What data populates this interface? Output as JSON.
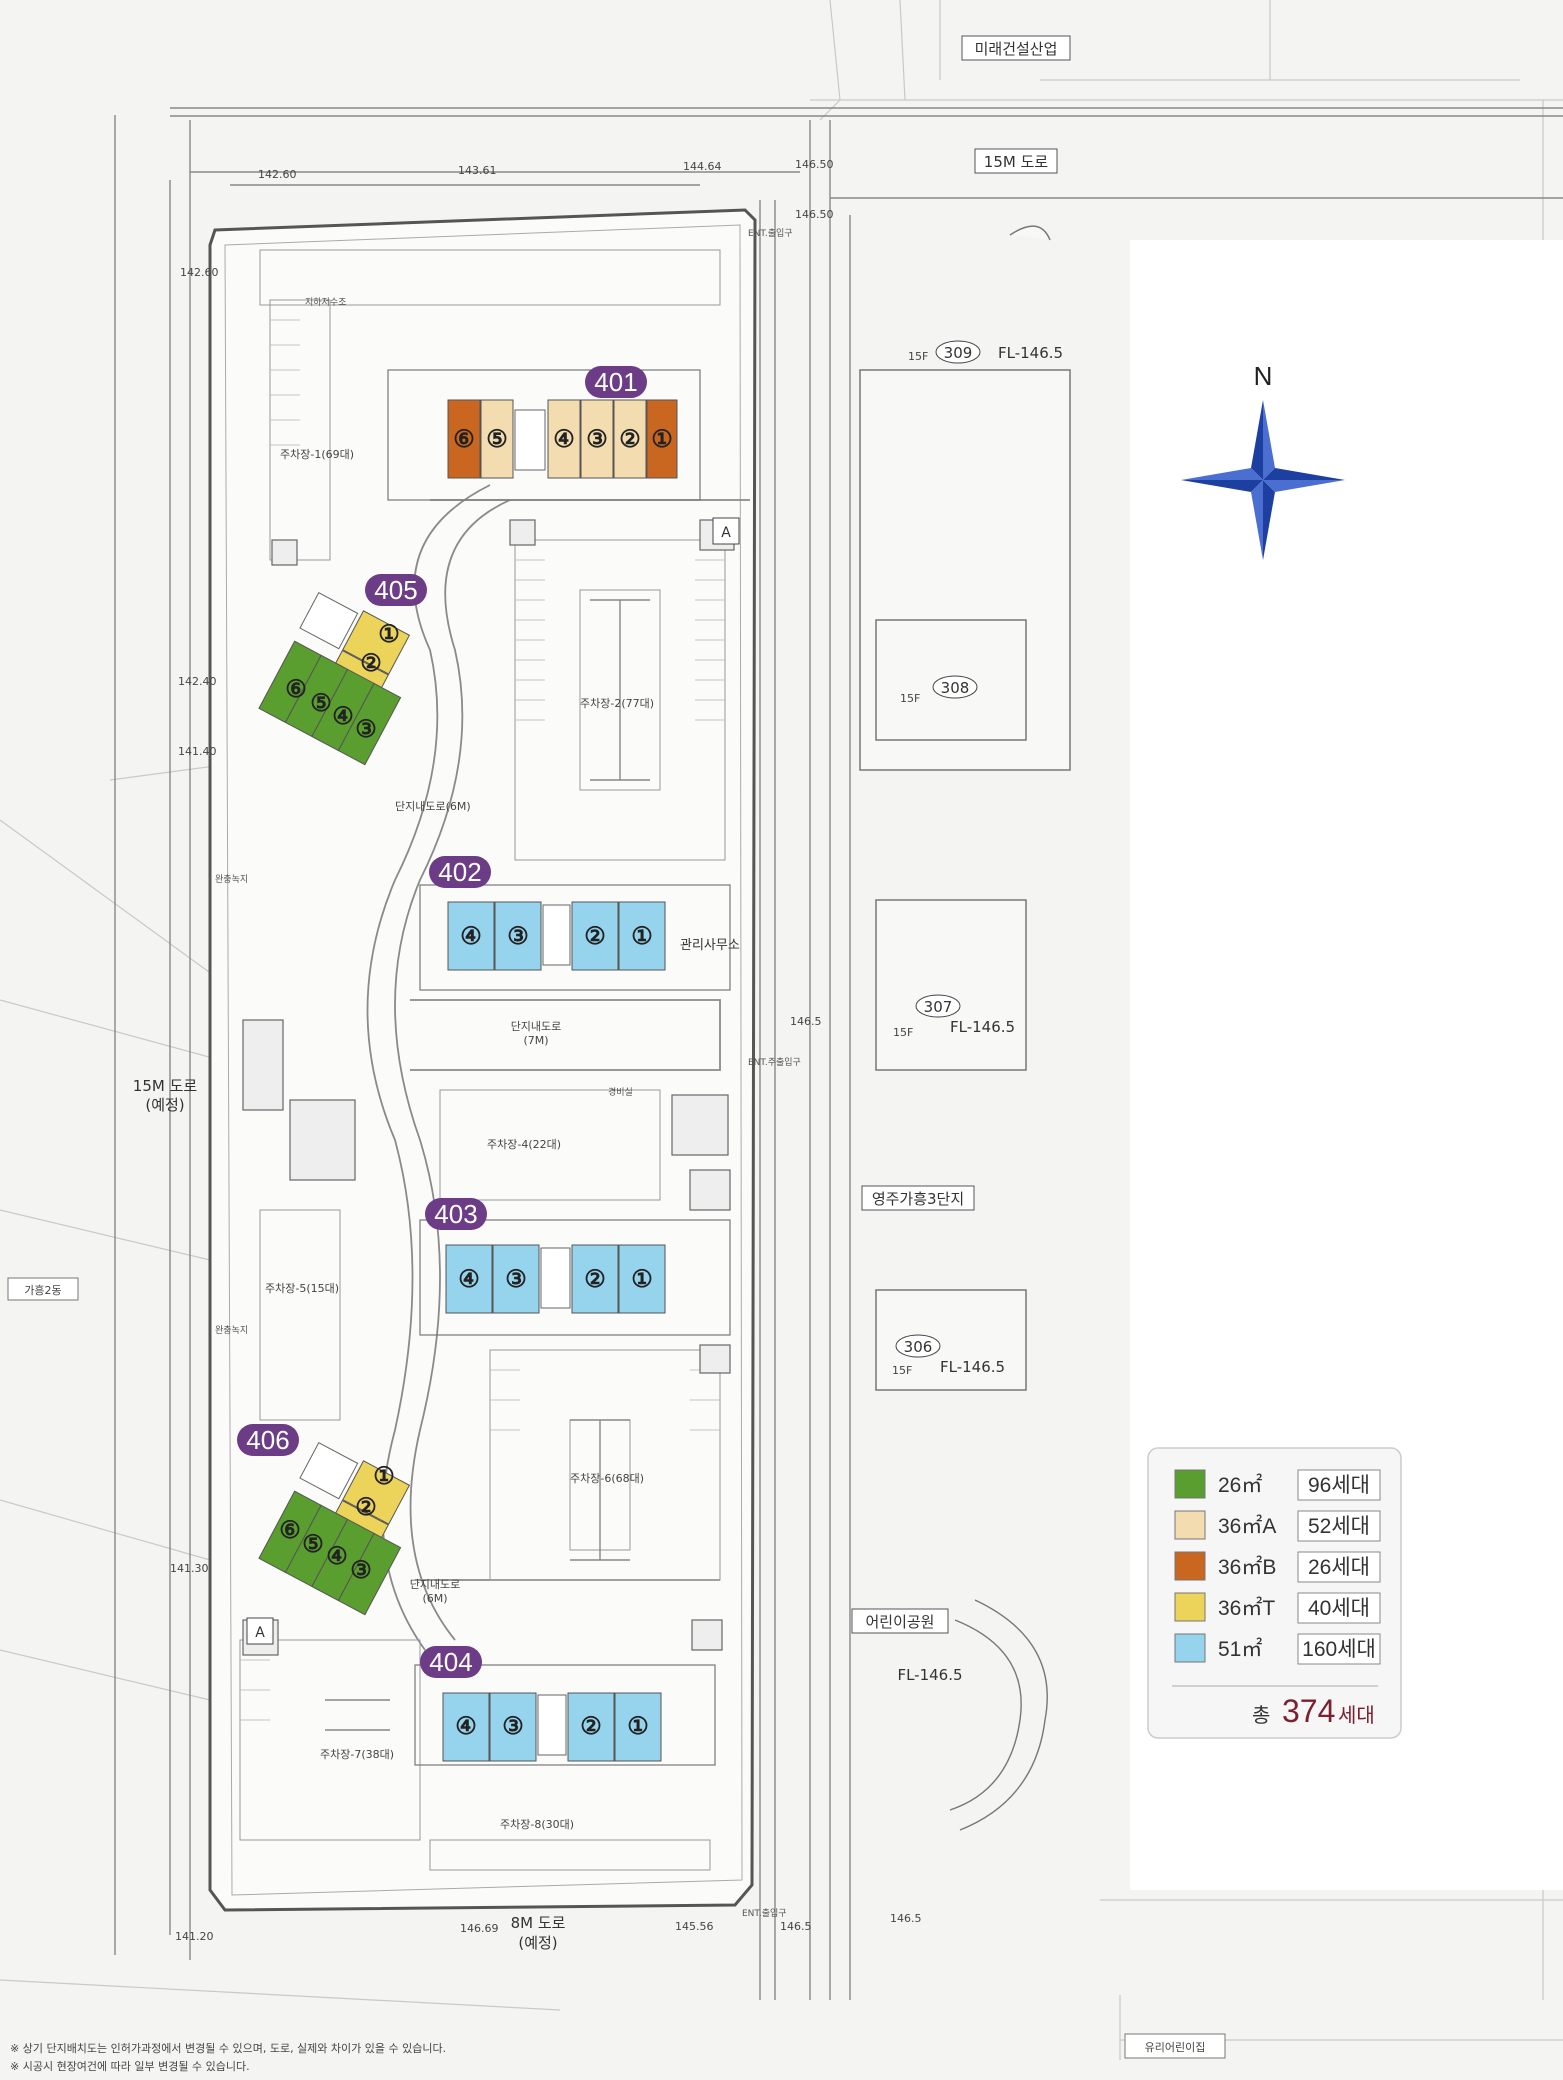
{
  "labels": {
    "top_company": "미래건설산업",
    "road_15m_top": "15M 도로",
    "road_15m_left": "15M 도로",
    "road_15m_left_sub": "(예정)",
    "road_8m": "8M 도로",
    "road_8m_sub": "(예정)",
    "neighbor_complex": "영주가흥3단지",
    "left_area": "가흥2동",
    "playground": "어린이공원",
    "playground_fl": "FL-146.5",
    "bottom_right": "유리어린이집",
    "compass_n": "N",
    "ent_top": "ENT.출입구",
    "ent_mid": "ENT.주출입구",
    "ent_bottom": "ENT.출입구",
    "water_tank": "지하저수조",
    "mgmt_office": "관리사무소",
    "buffer_1": "완충녹지",
    "buffer_2": "완충녹지",
    "guard_house": "경비실",
    "footnote_1": "※ 상기 단지배치도는 인허가과정에서 변경될 수 있으며, 도로, 실제와 차이가 있을 수 있습니다.",
    "footnote_2": "※ 시공시 현장여건에 따라 일부 변경될 수 있습니다."
  },
  "roads": [
    {
      "name": "단지내도로(6M)",
      "line1": "단지내도로(6M)"
    },
    {
      "name": "단지내도로(7M)",
      "line1": "단지내도로",
      "line2": "(7M)"
    },
    {
      "name": "단지내도로(6M) lower",
      "line1": "단지내도로",
      "line2": "(6M)"
    }
  ],
  "parking": [
    {
      "label": "주차장-1(69대)"
    },
    {
      "label": "주차장-2(77대)"
    },
    {
      "label": "주차장-4(22대)"
    },
    {
      "label": "주차장-5(15대)"
    },
    {
      "label": "주차장-6(68대)"
    },
    {
      "label": "주차장-7(38대)"
    },
    {
      "label": "주차장-8(30대)"
    }
  ],
  "neighbor_buildings": [
    {
      "floors": "15F",
      "number": "309",
      "fl": "FL-146.5"
    },
    {
      "floors": "15F",
      "number": "308",
      "fl": ""
    },
    {
      "floors": "15F",
      "number": "307",
      "fl": "FL-146.5"
    },
    {
      "floors": "15F",
      "number": "306",
      "fl": "FL-146.5"
    }
  ],
  "elevations": [
    "142.60",
    "143.61",
    "144.64",
    "146.50",
    "146.50",
    "142.60",
    "142.40",
    "141.40",
    "146.5",
    "141.30",
    "141.20",
    "146.69",
    "145.56",
    "146.5",
    "146.5"
  ],
  "buildings": [
    {
      "number": "401",
      "units": [
        {
          "label": "⑥",
          "type": "36B"
        },
        {
          "label": "⑤",
          "type": "36A"
        },
        {
          "label": "④",
          "type": "36A"
        },
        {
          "label": "③",
          "type": "36A"
        },
        {
          "label": "②",
          "type": "36A"
        },
        {
          "label": "①",
          "type": "36B"
        }
      ]
    },
    {
      "number": "402",
      "units": [
        {
          "label": "④",
          "type": "51"
        },
        {
          "label": "③",
          "type": "51"
        },
        {
          "label": "②",
          "type": "51"
        },
        {
          "label": "①",
          "type": "51"
        }
      ]
    },
    {
      "number": "403",
      "units": [
        {
          "label": "④",
          "type": "51"
        },
        {
          "label": "③",
          "type": "51"
        },
        {
          "label": "②",
          "type": "51"
        },
        {
          "label": "①",
          "type": "51"
        }
      ]
    },
    {
      "number": "404",
      "units": [
        {
          "label": "④",
          "type": "51"
        },
        {
          "label": "③",
          "type": "51"
        },
        {
          "label": "②",
          "type": "51"
        },
        {
          "label": "①",
          "type": "51"
        }
      ]
    },
    {
      "number": "405",
      "units": [
        {
          "label": "①",
          "type": "36T"
        },
        {
          "label": "②",
          "type": "36T"
        },
        {
          "label": "⑥",
          "type": "26"
        },
        {
          "label": "⑤",
          "type": "26"
        },
        {
          "label": "④",
          "type": "26"
        },
        {
          "label": "③",
          "type": "26"
        }
      ]
    },
    {
      "number": "406",
      "units": [
        {
          "label": "①",
          "type": "36T"
        },
        {
          "label": "②",
          "type": "36T"
        },
        {
          "label": "⑥",
          "type": "26"
        },
        {
          "label": "⑤",
          "type": "26"
        },
        {
          "label": "④",
          "type": "26"
        },
        {
          "label": "③",
          "type": "26"
        }
      ]
    }
  ],
  "legend": {
    "items": [
      {
        "type": "26",
        "area": "26㎡",
        "households": "96세대",
        "color": "#5a9e2f"
      },
      {
        "type": "36A",
        "area": "36㎡A",
        "households": "52세대",
        "color": "#f3dcb0"
      },
      {
        "type": "36B",
        "area": "36㎡B",
        "households": "26세대",
        "color": "#c9661f"
      },
      {
        "type": "36T",
        "area": "36㎡T",
        "households": "40세대",
        "color": "#ecd35a"
      },
      {
        "type": "51",
        "area": "51㎡",
        "households": "160세대",
        "color": "#96d3ec"
      }
    ],
    "total_prefix": "총",
    "total_value": "374",
    "total_suffix": "세대"
  },
  "colors": {
    "badge": "#6c3c86",
    "compass_blue": "#1c3fa0",
    "compass_pink": "#b85a9a",
    "road_line": "#9a9a9a",
    "boundary": "#666"
  }
}
